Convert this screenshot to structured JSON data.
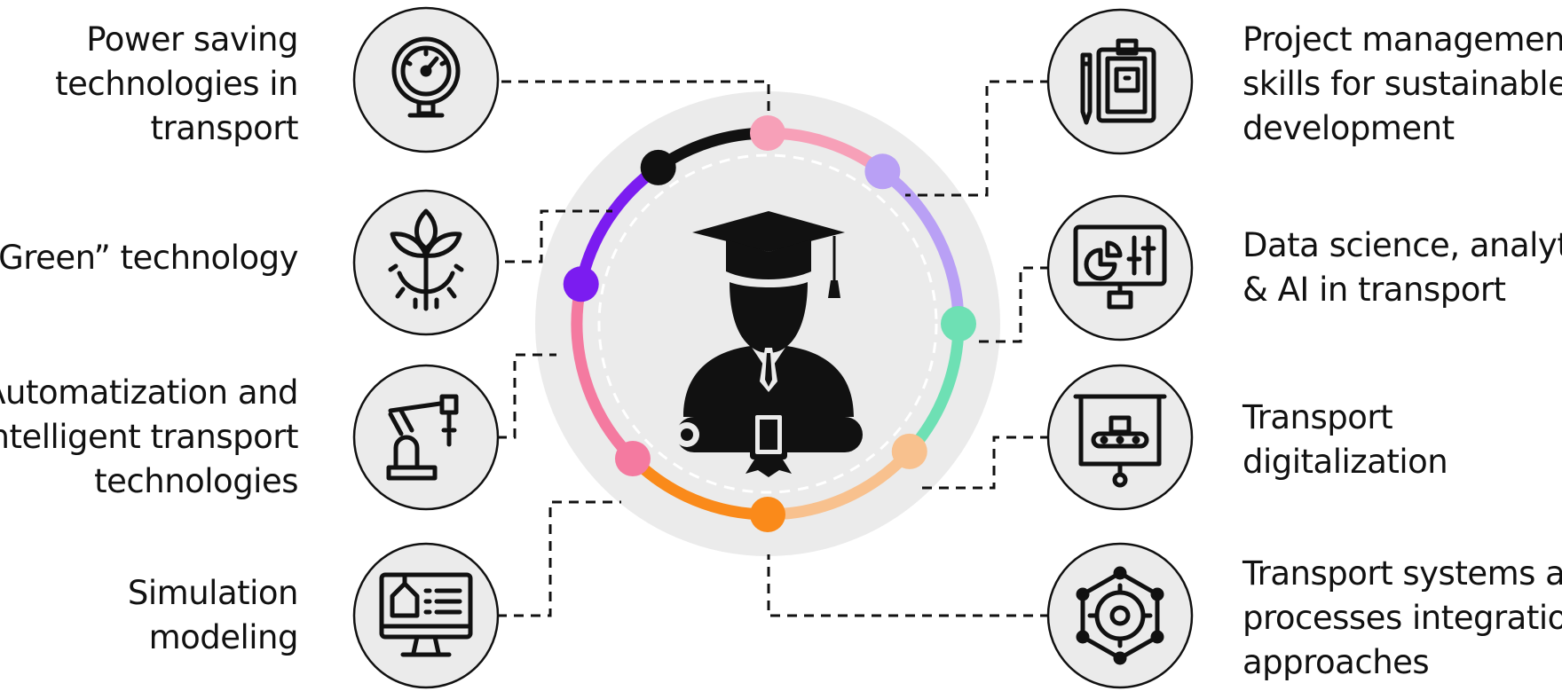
{
  "left_items": [
    {
      "name": "power-saving",
      "icon": "pressure-gauge-icon",
      "lines": [
        "Power saving",
        "technologies in",
        "transport"
      ]
    },
    {
      "name": "green-technology",
      "icon": "leaf-gear-icon",
      "lines": [
        "“Green” technology"
      ]
    },
    {
      "name": "automatization",
      "icon": "robotic-arm-icon",
      "lines": [
        "Automatization and",
        "intelligent transport",
        "technologies"
      ]
    },
    {
      "name": "simulation-modeling",
      "icon": "monitor-simulation-icon",
      "lines": [
        "Simulation",
        "modeling"
      ]
    }
  ],
  "right_items": [
    {
      "name": "project-management",
      "icon": "clipboard-pencil-icon",
      "lines": [
        "Project management",
        "skills for sustainable",
        "development"
      ]
    },
    {
      "name": "data-science",
      "icon": "analytics-board-icon",
      "lines": [
        "Data science, analytics",
        "& AI in transport"
      ]
    },
    {
      "name": "transport-digitalization",
      "icon": "conveyor-screen-icon",
      "lines": [
        "Transport",
        "digitalization"
      ]
    },
    {
      "name": "systems-integration",
      "icon": "network-gear-icon",
      "lines": [
        "Transport systems and",
        "processes integration",
        "approaches"
      ]
    }
  ],
  "center": {
    "icon": "graduate-with-diploma-icon"
  },
  "ring_colors": {
    "black": "#111111",
    "pink_light": "#f7a0b8",
    "purple": "#7b1cf0",
    "lavender": "#b9a0f5",
    "green": "#6ee0b4",
    "peach": "#f8c18e",
    "orange": "#fa8a1a",
    "pink": "#f47aa0",
    "background_disk": "#ebebeb"
  }
}
